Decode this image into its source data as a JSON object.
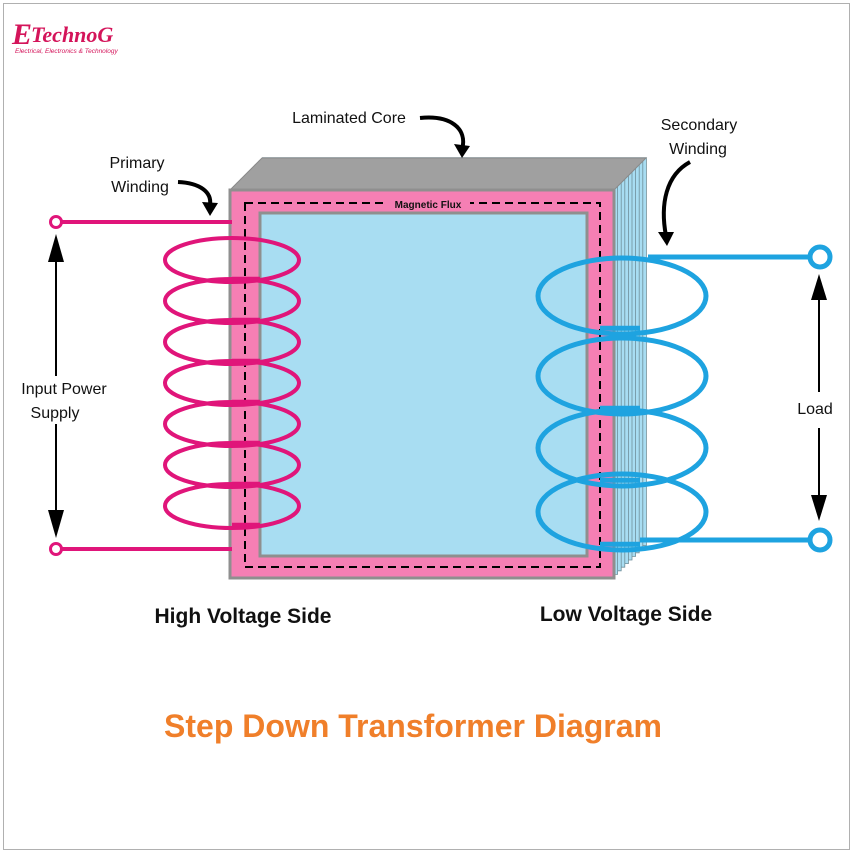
{
  "logo": {
    "letter": "E",
    "name": "TechnoG",
    "tagline": "Electrical, Electronics & Technology"
  },
  "labels": {
    "laminated_core": "Laminated Core",
    "primary_line1": "Primary",
    "primary_line2": "Winding",
    "secondary_line1": "Secondary",
    "secondary_line2": "Winding",
    "magnetic_flux": "Magnetic Flux",
    "input_line1": "Input Power",
    "input_line2": "Supply",
    "load": "Load",
    "high_voltage_side": "High Voltage Side",
    "low_voltage_side": "Low Voltage Side"
  },
  "title": "Step Down Transformer Diagram",
  "colors": {
    "primary_winding": "#e0157a",
    "secondary_winding": "#1ea3e0",
    "core_fill": "#f57fb4",
    "core_edge": "#9e9e9e",
    "lamination": "#a8ddf2",
    "title": "#f07f2a",
    "logo": "#d4145a"
  }
}
